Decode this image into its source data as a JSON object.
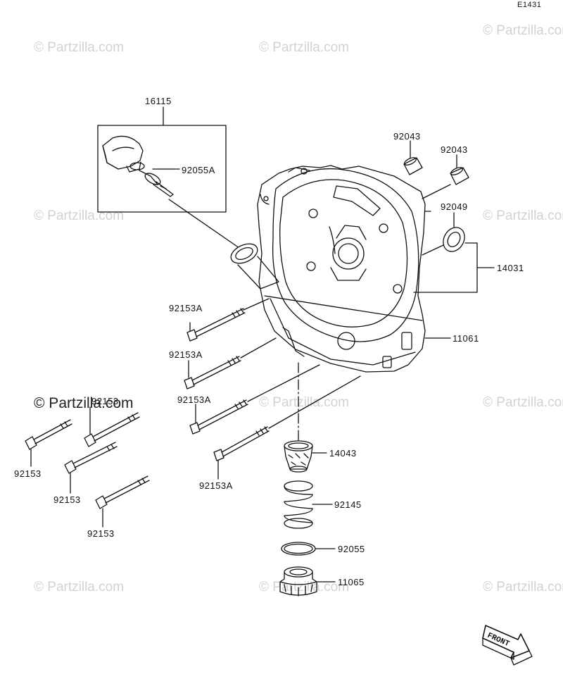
{
  "diagram_code": "E1431",
  "watermark": "© Partzilla.com",
  "labels": {
    "p16115": "16115",
    "p92055A": "92055A",
    "p92043_a": "92043",
    "p92043_b": "92043",
    "p92049": "92049",
    "p14031": "14031",
    "p11061": "11061",
    "p92153A_1": "92153A",
    "p92153A_2": "92153A",
    "p92153A_3": "92153A",
    "p92153A_4": "92153A",
    "p92153_1": "92153",
    "p92153_2": "92153",
    "p92153_3": "92153",
    "p92153_4": "92153",
    "p14043": "14043",
    "p92145": "92145",
    "p92055": "92055",
    "p11065": "11065"
  },
  "front_arrow": "FRONT",
  "colors": {
    "line": "#111111",
    "watermark": "#d2d2d2"
  }
}
